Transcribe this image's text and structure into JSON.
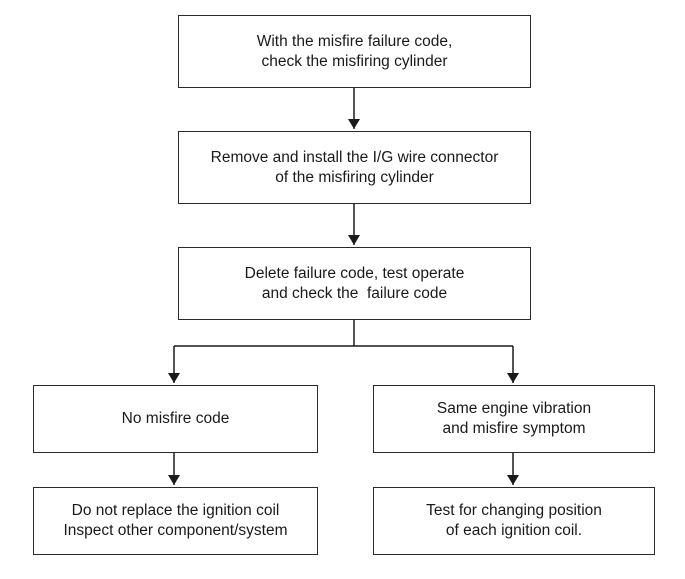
{
  "flowchart": {
    "step_check_cylinder": {
      "line1": "With the misfire failure code,",
      "line2": "check the misfiring cylinder"
    },
    "step_reinstall_connector": {
      "line1": "Remove and install the I/G wire connector",
      "line2": "of the misfiring cylinder"
    },
    "step_delete_code": {
      "line1": "Delete failure code, test operate",
      "line2": "and check the  failure code"
    },
    "branch_no_misfire": {
      "line1": "No misfire code"
    },
    "branch_same_symptom": {
      "line1": "Same engine vibration",
      "line2": "and misfire symptom"
    },
    "result_inspect_other": {
      "line1": "Do not replace the ignition coil",
      "line2": "Inspect other component/system"
    },
    "result_swap_coils": {
      "line1": "Test for changing position",
      "line2": "of each ignition coil."
    }
  },
  "colors": {
    "line": "#1a1a1a",
    "background": "#ffffff"
  }
}
